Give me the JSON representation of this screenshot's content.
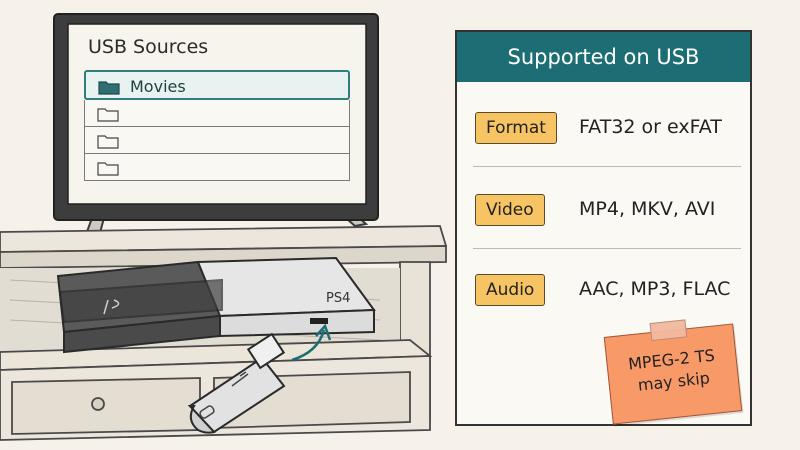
{
  "tv_screen": {
    "title": "USB Sources",
    "folders": [
      {
        "label": "Movies",
        "selected": true
      },
      {
        "label": "",
        "selected": false
      },
      {
        "label": "",
        "selected": false
      },
      {
        "label": "",
        "selected": false
      }
    ]
  },
  "console": {
    "brand_text": "PS4"
  },
  "panel": {
    "header": "Supported on USB",
    "rows": [
      {
        "tag": "Format",
        "value": "FAT32 or exFAT"
      },
      {
        "tag": "Video",
        "value": "MP4, MKV, AVI"
      },
      {
        "tag": "Audio",
        "value": "AAC, MP3, FLAC"
      }
    ]
  },
  "sticky_note": {
    "line1": "MPEG-2 TS",
    "line2": "may skip"
  },
  "colors": {
    "header_teal": "#1c6e74",
    "tag_yellow": "#f7c463",
    "sticky_orange": "#f89a68",
    "selected_teal": "#2f7d7d"
  }
}
